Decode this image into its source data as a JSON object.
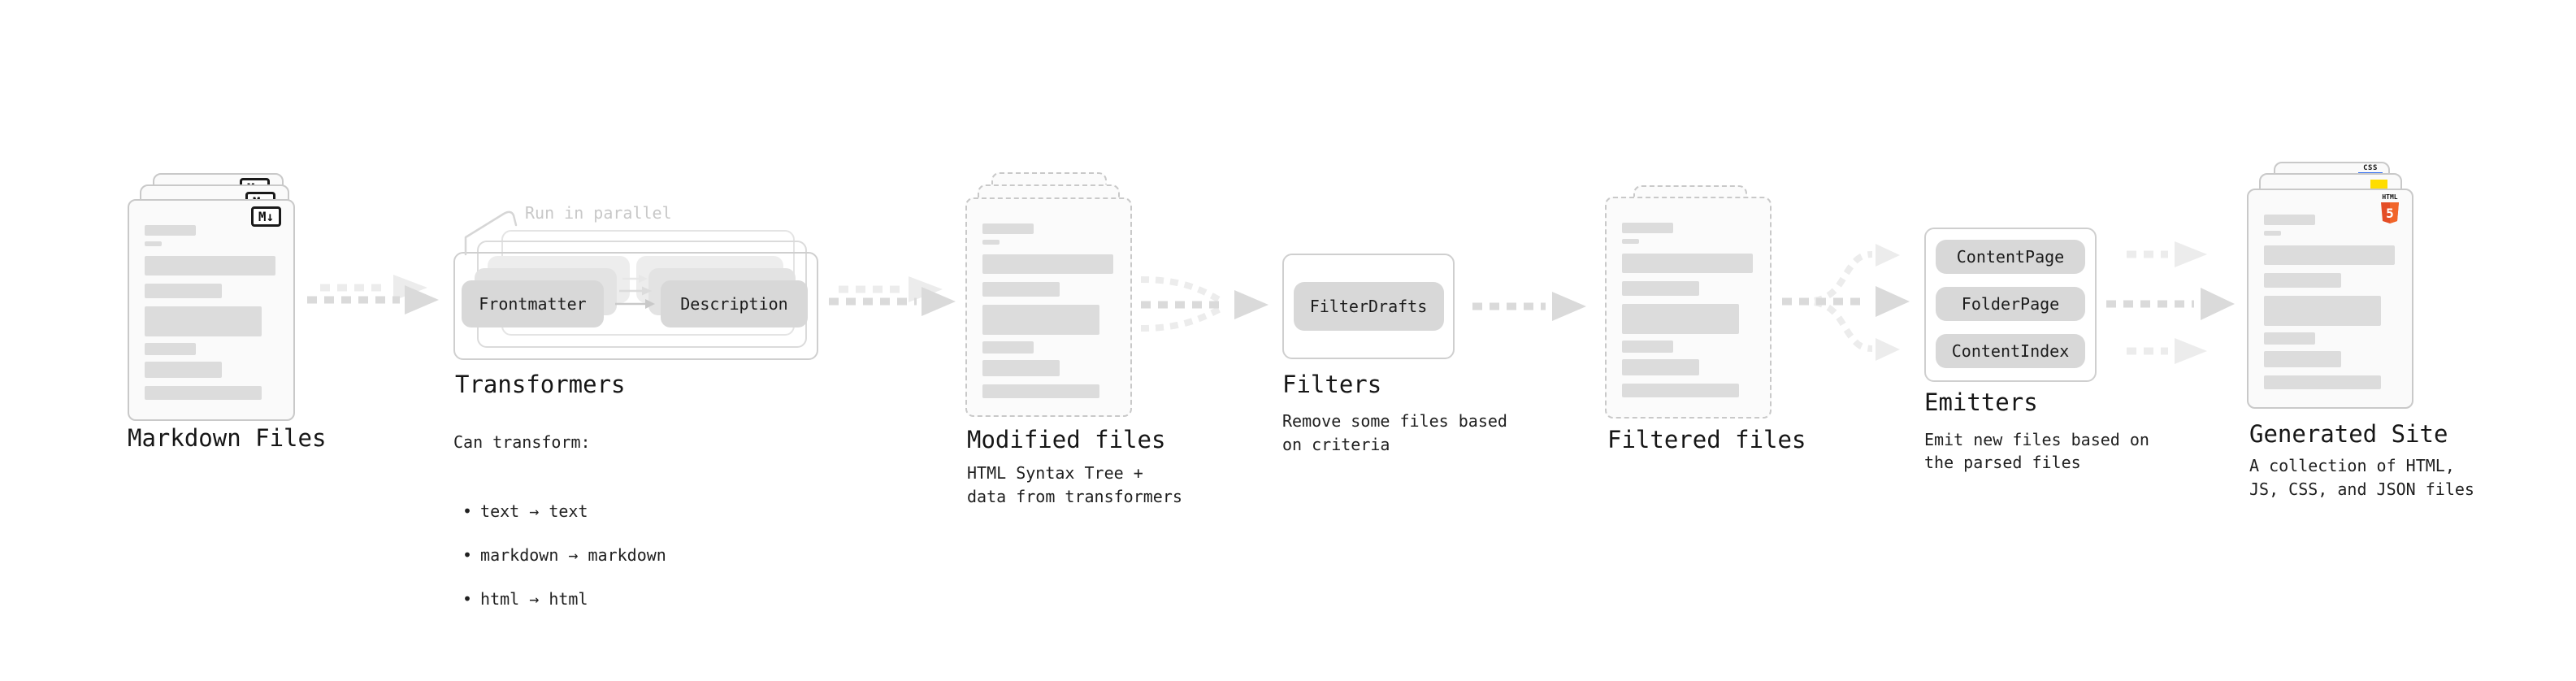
{
  "sections": {
    "markdown_files": {
      "label": "Markdown Files",
      "file_badge": "M↓"
    },
    "transformers": {
      "label": "Transformers",
      "annotation": "Run in parallel",
      "input_pill": "Frontmatter",
      "output_pill": "Description",
      "desc_heading": "Can transform:",
      "bullets": [
        "text → text",
        "markdown → markdown",
        "html → html"
      ]
    },
    "modified_files": {
      "label": "Modified files",
      "desc": "HTML Syntax Tree +\ndata from transformers"
    },
    "filters": {
      "label": "Filters",
      "pill": "FilterDrafts",
      "desc": "Remove some files based\non criteria"
    },
    "filtered_files": {
      "label": "Filtered files"
    },
    "emitters": {
      "label": "Emitters",
      "pills": [
        "ContentPage",
        "FolderPage",
        "ContentIndex"
      ],
      "desc": "Emit new files based on\nthe parsed files"
    },
    "generated_site": {
      "label": "Generated Site",
      "desc": "A collection of HTML,\nJS, CSS, and JSON files",
      "css_badge": "CSS",
      "html_badge_label": "HTML",
      "html_badge_number": "5"
    }
  },
  "colors": {
    "arrow_dark": "#dadada",
    "arrow_light": "#ececec",
    "bar": "#dcdcdc",
    "pill_front": "#d8d8d8",
    "pill_mid": "#e3e3e3",
    "pill_back": "#ededed",
    "page_border": "#c9c9c9",
    "box_border": "#cfcfcf",
    "annotation_gray": "#c8c8c8",
    "css_blue": "#2e6bf0",
    "js_yellow": "#ffdd00",
    "html_orange": "#e44d26",
    "html_orange_light": "#f16529",
    "title_text": "#161616",
    "body_text": "#202020"
  },
  "doc_bar_pattern": [
    {
      "w": 63,
      "h": 13,
      "gap": 30
    },
    {
      "w": 21,
      "h": 6,
      "gap": 7
    },
    {
      "w": 161,
      "h": 24,
      "gap": 12
    },
    {
      "w": 95,
      "h": 18,
      "gap": 10
    },
    {
      "w": 144,
      "h": 37,
      "gap": 10
    },
    {
      "w": 63,
      "h": 15,
      "gap": 8
    },
    {
      "w": 95,
      "h": 20,
      "gap": 8
    },
    {
      "w": 144,
      "h": 17,
      "gap": 10
    }
  ]
}
